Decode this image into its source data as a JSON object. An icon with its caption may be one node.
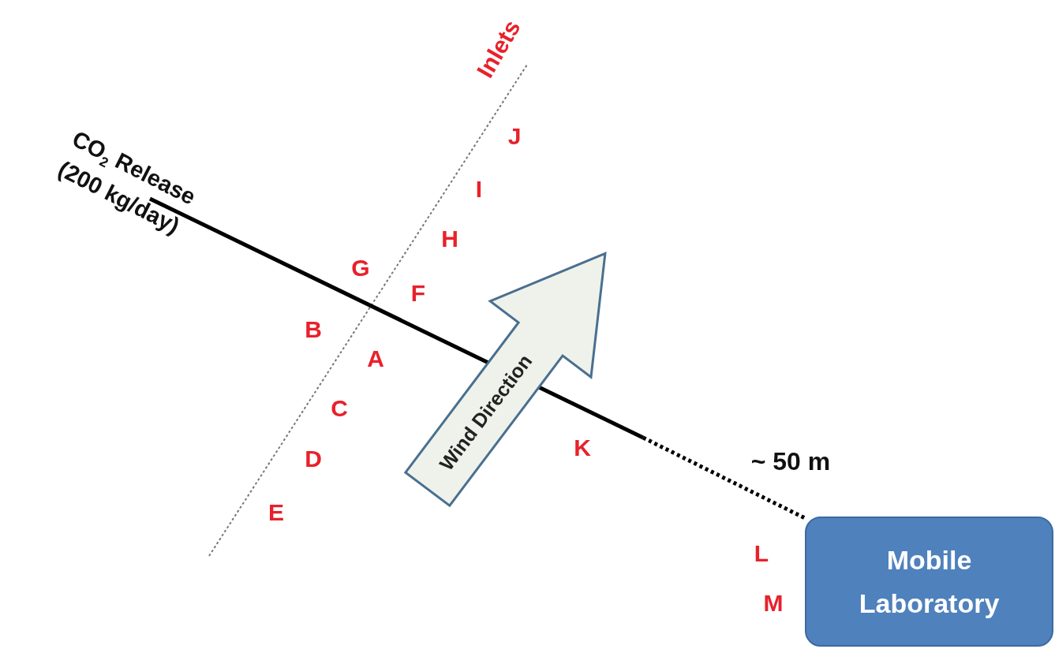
{
  "diagram": {
    "nodes": [
      {
        "text": [
          "CO$_{2}$ Release (200 kg/day)"
        ]
      },
      {
        "text": [],
        "shape": "bar"
      },
      {
        "text": [
          "Wind Direction"
        ]
      },
      {
        "text": [
          "Mobile Laboratory"
        ]
      }
    ],
    "edges": [
      {
        "from": 1,
        "to": 3,
        "arrow": "none",
        "label": "~ 50 m",
        "style": "dashed"
      }
    ],
    "labels": [
      "Inlets",
      "J",
      "I",
      "H",
      "G",
      "F",
      "B",
      "A",
      "C",
      "K",
      "D",
      "E",
      "L",
      "M"
    ]
  }
}
